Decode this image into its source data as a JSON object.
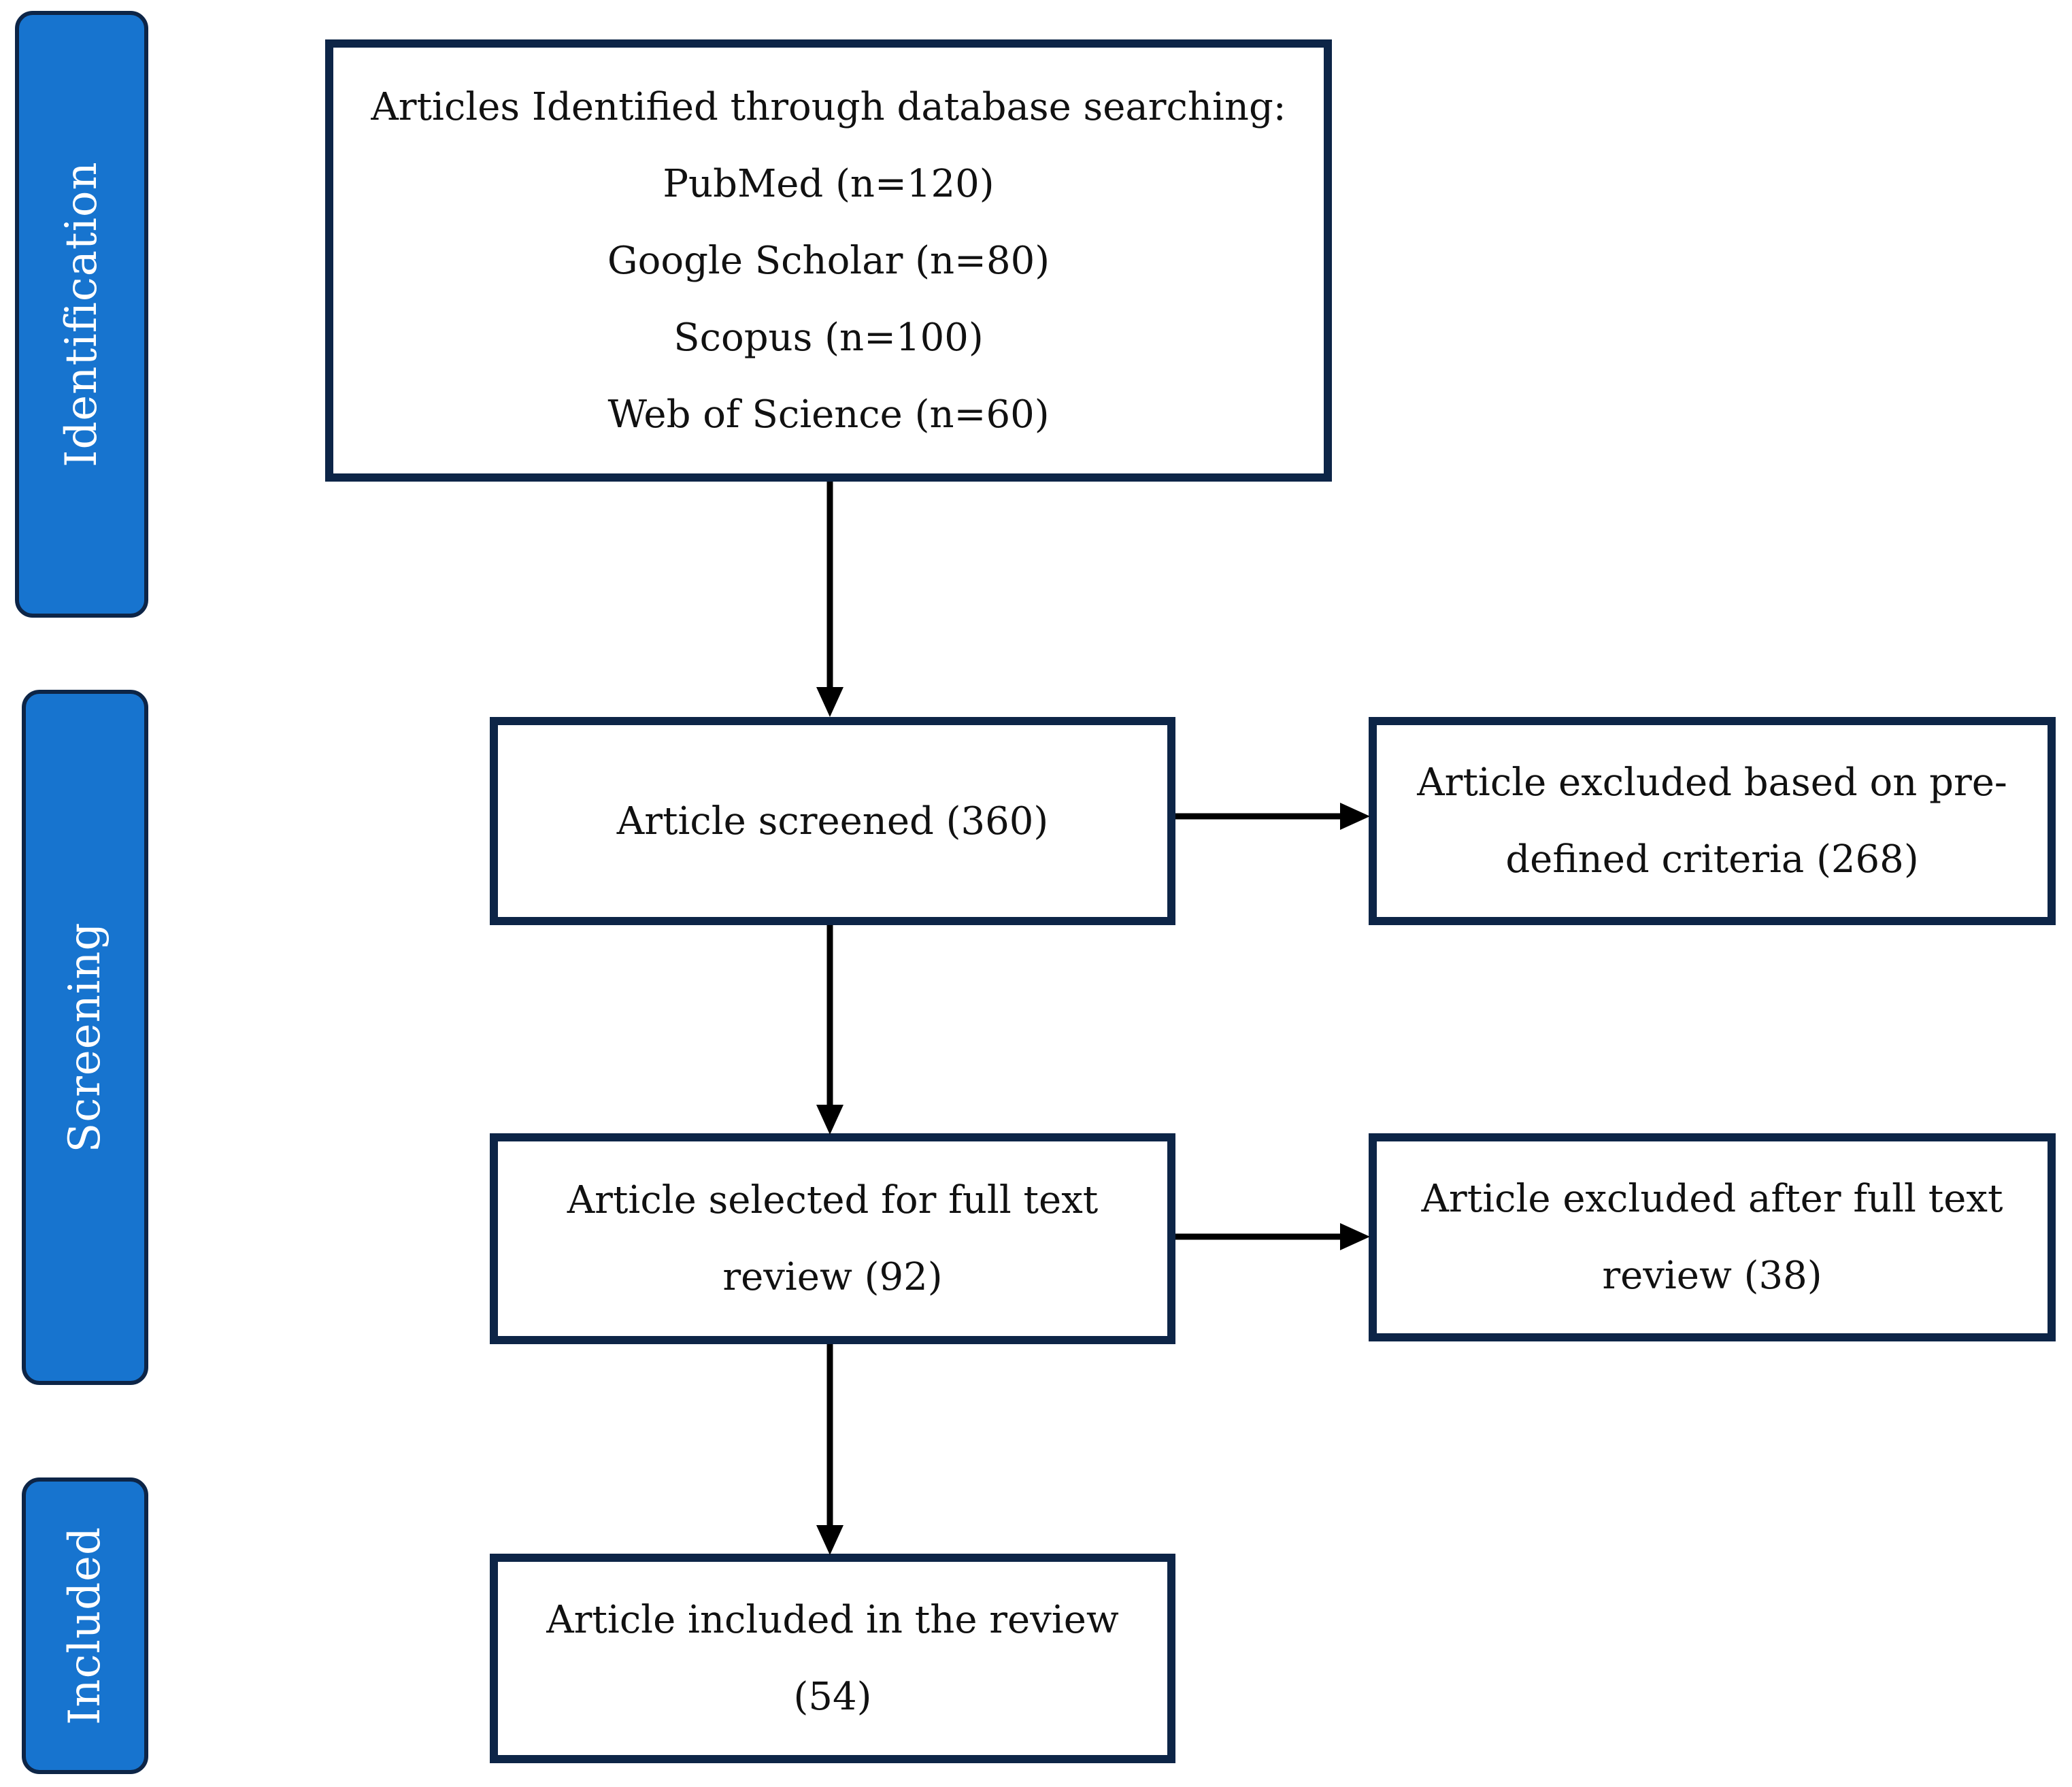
{
  "stages": {
    "identification": "Identification",
    "screening": "Screening",
    "included": "Included"
  },
  "identification_box": {
    "heading": "Articles Identified through database searching:",
    "sources": [
      "PubMed (n=120)",
      "Google Scholar (n=80)",
      "Scopus (n=100)",
      "Web of Science (n=60)"
    ]
  },
  "screened_box": {
    "lines": [
      "Article screened (360)"
    ]
  },
  "excluded_criteria_box": {
    "lines": [
      "Article excluded based on pre-",
      "defined criteria (268)"
    ]
  },
  "fulltext_box": {
    "lines": [
      "Article selected for full text",
      "review (92)"
    ]
  },
  "excluded_fulltext_box": {
    "lines": [
      "Article excluded after full text",
      "review (38)"
    ]
  },
  "included_box": {
    "lines": [
      "Article included in the review",
      "(54)"
    ]
  },
  "colors": {
    "stage_fill": "#1774cf",
    "box_border": "#0d2547",
    "arrow": "#000000"
  }
}
